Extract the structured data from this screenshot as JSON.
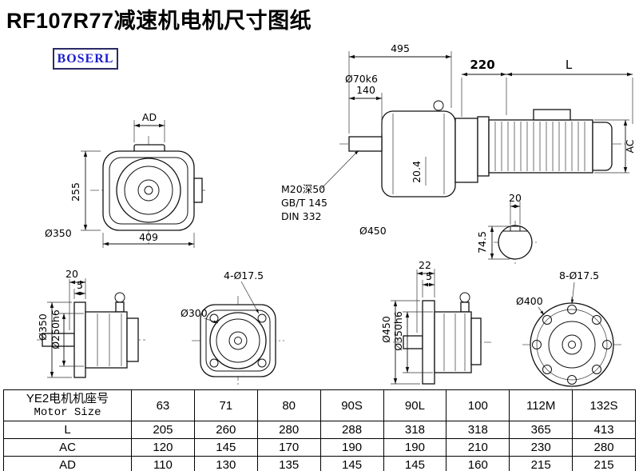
{
  "page": {
    "title": "RF107R77减速机电机尺寸图纸",
    "logo": "BOSERL"
  },
  "drawing": {
    "front_view": {
      "dim_ad": "AD",
      "dim_255": "255",
      "dim_409": "409",
      "dia_350": "Ø350"
    },
    "assembly_view": {
      "overall_len": "495",
      "shaft_len": "140",
      "shaft_dia": "Ø70k6",
      "dim_220": "220",
      "dim_l": "L",
      "dim_ac": "AC",
      "dim_204": "20.4",
      "tap_note_line1": "M20深50",
      "tap_note_line2": "GB/T 145",
      "tap_note_line3": "DIN 332",
      "flange_dia": "Ø450",
      "key_width": "20",
      "key_section_height": "74.5"
    },
    "flange_small_side": {
      "dim_20": "20",
      "dim_5": "5",
      "dia_outer": "Ø350",
      "dia_spigot": "Ø250h6"
    },
    "flange_small_front": {
      "holes": "4-Ø17.5",
      "dia": "Ø300"
    },
    "flange_large_side": {
      "dim_22": "22",
      "dim_5": "5",
      "dia_outer": "Ø450",
      "dia_spigot": "Ø350h6"
    },
    "flange_large_front": {
      "holes": "8-Ø17.5",
      "dia": "Ø400"
    }
  },
  "table": {
    "header": {
      "title_cn": "YE2电机机座号",
      "title_en": "Motor Size",
      "sizes": [
        "63",
        "71",
        "80",
        "90S",
        "90L",
        "100",
        "112M",
        "132S"
      ]
    },
    "rows": [
      {
        "label": "L",
        "values": [
          "205",
          "260",
          "280",
          "288",
          "318",
          "318",
          "365",
          "413"
        ]
      },
      {
        "label": "AC",
        "values": [
          "120",
          "145",
          "170",
          "190",
          "190",
          "210",
          "230",
          "280"
        ]
      },
      {
        "label": "AD",
        "values": [
          "110",
          "130",
          "135",
          "145",
          "145",
          "160",
          "215",
          "215"
        ]
      }
    ]
  }
}
